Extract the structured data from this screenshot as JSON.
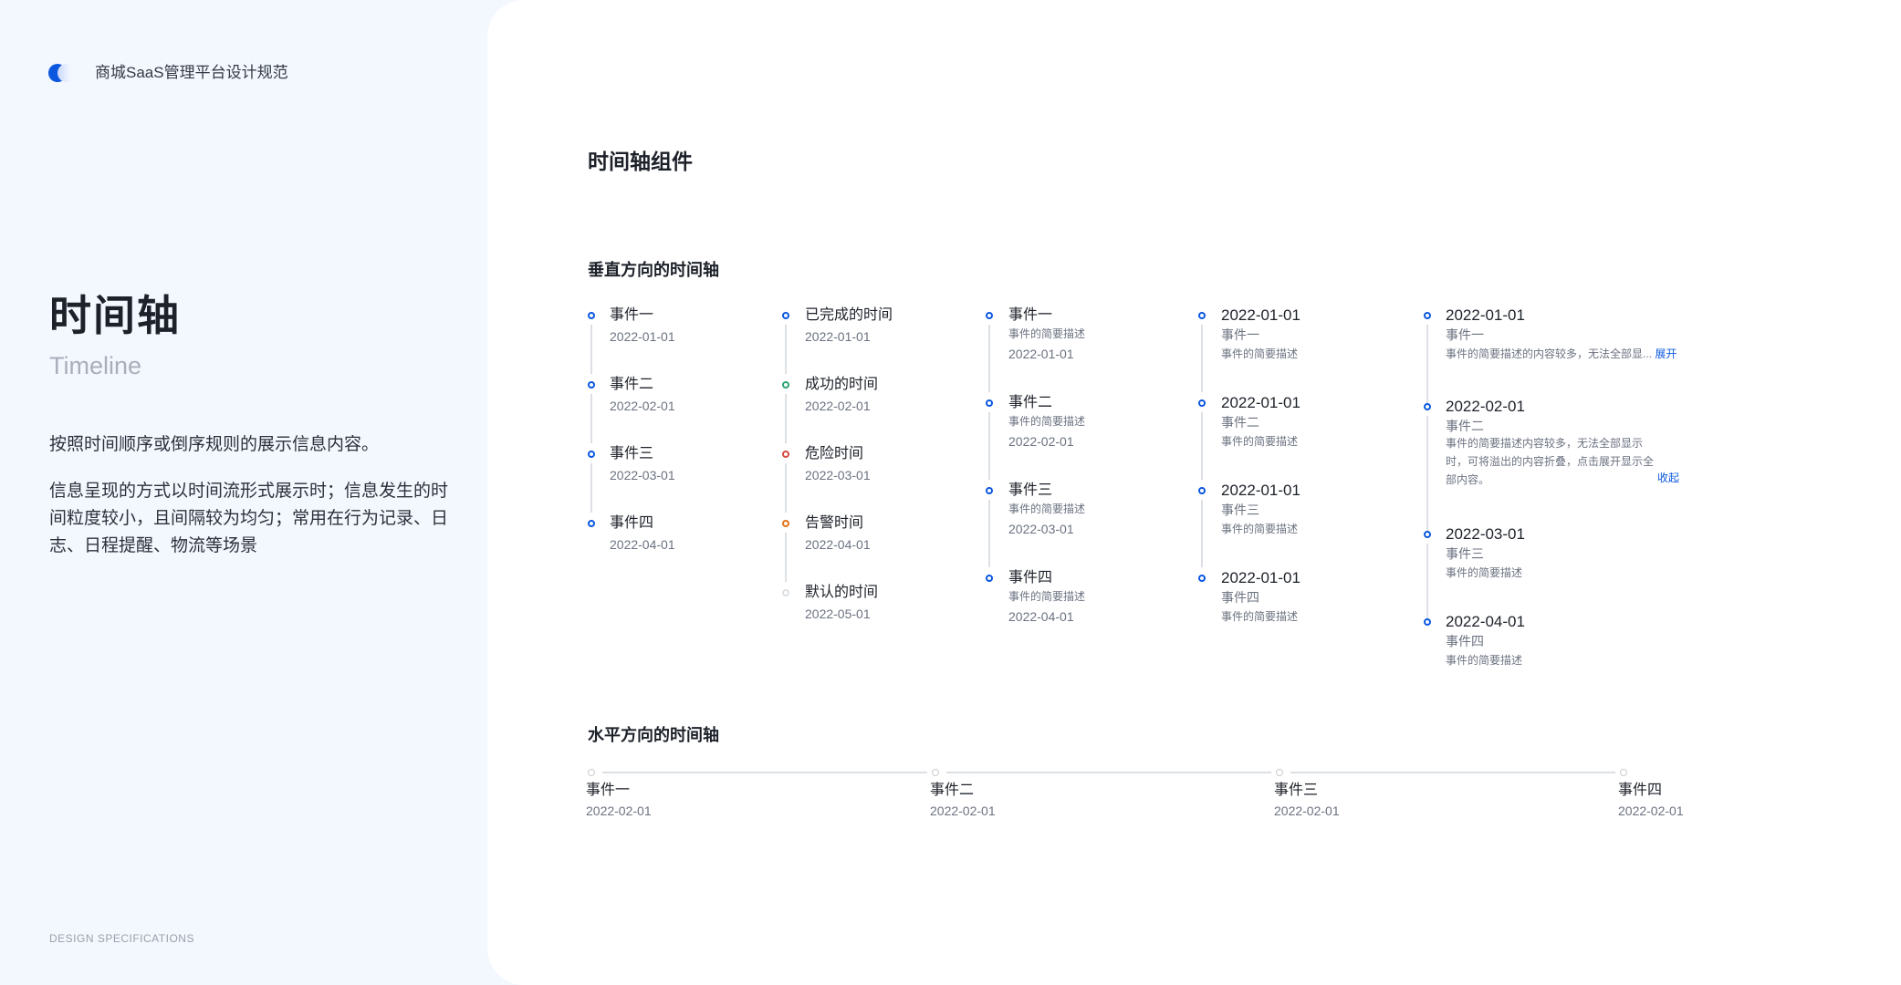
{
  "brand": {
    "name": "商城SaaS管理平台设计规范"
  },
  "hero": {
    "title": "时间轴",
    "subtitle": "Timeline",
    "desc1": "按照时间顺序或倒序规则的展示信息内容。",
    "desc2": "信息呈现的方式以时间流形式展示时；信息发生的时间粒度较小，且间隔较为均匀；常用在行为记录、日志、日程提醒、物流等场景"
  },
  "footer": {
    "label": "DESIGN SPECIFICATIONS"
  },
  "main": {
    "title": "时间轴组件",
    "vertical_title": "垂直方向的时间轴",
    "horizontal_title": "水平方向的时间轴"
  },
  "colors": {
    "primary": "#0b57e0",
    "success": "#2ba471",
    "danger": "#d54941",
    "warning": "#e37318",
    "default": "#c9ccd1"
  },
  "col1": {
    "items": [
      {
        "title": "事件一",
        "date": "2022-01-01"
      },
      {
        "title": "事件二",
        "date": "2022-02-01"
      },
      {
        "title": "事件三",
        "date": "2022-03-01"
      },
      {
        "title": "事件四",
        "date": "2022-04-01"
      }
    ]
  },
  "col2": {
    "items": [
      {
        "title": "已完成的时间",
        "date": "2022-01-01",
        "status": "primary"
      },
      {
        "title": "成功的时间",
        "date": "2022-02-01",
        "status": "success"
      },
      {
        "title": "危险时间",
        "date": "2022-03-01",
        "status": "danger"
      },
      {
        "title": "告警时间",
        "date": "2022-04-01",
        "status": "warning"
      },
      {
        "title": "默认的时间",
        "date": "2022-05-01",
        "status": "default"
      }
    ]
  },
  "col3": {
    "items": [
      {
        "title": "事件一",
        "desc": "事件的简要描述",
        "date": "2022-01-01"
      },
      {
        "title": "事件二",
        "desc": "事件的简要描述",
        "date": "2022-02-01"
      },
      {
        "title": "事件三",
        "desc": "事件的简要描述",
        "date": "2022-03-01"
      },
      {
        "title": "事件四",
        "desc": "事件的简要描述",
        "date": "2022-04-01"
      }
    ]
  },
  "col4": {
    "items": [
      {
        "date": "2022-01-01",
        "title": "事件一",
        "desc": "事件的简要描述"
      },
      {
        "date": "2022-01-01",
        "title": "事件二",
        "desc": "事件的简要描述"
      },
      {
        "date": "2022-01-01",
        "title": "事件三",
        "desc": "事件的简要描述"
      },
      {
        "date": "2022-01-01",
        "title": "事件四",
        "desc": "事件的简要描述"
      }
    ]
  },
  "col5": {
    "items": [
      {
        "date": "2022-01-01",
        "title": "事件一",
        "desc": "事件的简要描述的内容较多，无法全部显...",
        "action": "展开"
      },
      {
        "date": "2022-02-01",
        "title": "事件二",
        "desc": "事件的简要描述内容较多，无法全部显示时，可将溢出的内容折叠，点击展开显示全部内容。",
        "action": "收起"
      },
      {
        "date": "2022-03-01",
        "title": "事件三",
        "desc": "事件的简要描述"
      },
      {
        "date": "2022-04-01",
        "title": "事件四",
        "desc": "事件的简要描述"
      }
    ]
  },
  "horizontal": {
    "items": [
      {
        "title": "事件一",
        "date": "2022-02-01"
      },
      {
        "title": "事件二",
        "date": "2022-02-01"
      },
      {
        "title": "事件三",
        "date": "2022-02-01"
      },
      {
        "title": "事件四",
        "date": "2022-02-01"
      }
    ]
  }
}
